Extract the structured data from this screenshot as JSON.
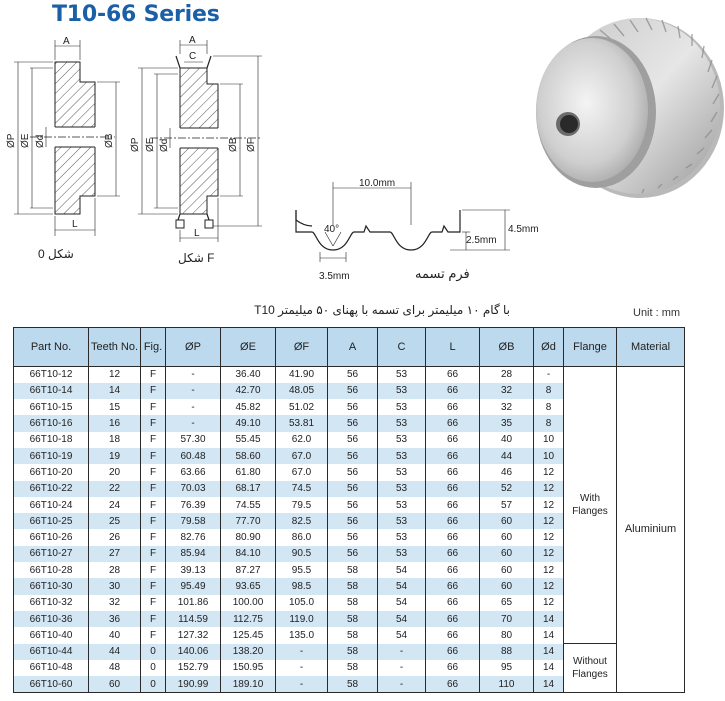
{
  "header": {
    "title": "T10-66 Series"
  },
  "drawings": {
    "fig0": {
      "label": "شکل 0",
      "dim_a": "A",
      "dim_p": "ØP",
      "dim_e": "ØE",
      "dim_d": "Ød",
      "dim_b": "ØB",
      "dim_l": "L"
    },
    "figF": {
      "label": "شکل F",
      "dim_a": "A",
      "dim_c": "C",
      "dim_p": "ØP",
      "dim_e": "ØE",
      "dim_d": "Ød",
      "dim_b": "ØB",
      "dim_f": "ØF",
      "dim_l": "L"
    },
    "belt": {
      "label": "فرم تسمه",
      "pitch": "10.0mm",
      "angle": "40°",
      "tooth_width": "3.5mm",
      "tooth_height": "2.5mm",
      "belt_height": "4.5mm"
    }
  },
  "table": {
    "caption": "T10  با گام ۱۰ میلیمتر برای تسمه با پهنای ۵۰ میلیمتر",
    "unit": "Unit : mm",
    "headers": [
      "Part No.",
      "Teeth No.",
      "Fig.",
      "ØP",
      "ØE",
      "ØF",
      "A",
      "C",
      "L",
      "ØB",
      "Ød",
      "Flange",
      "Material"
    ],
    "rows": [
      [
        "66T10-12",
        "12",
        "F",
        "-",
        "36.40",
        "41.90",
        "56",
        "53",
        "66",
        "28",
        "-"
      ],
      [
        "66T10-14",
        "14",
        "F",
        "-",
        "42.70",
        "48.05",
        "56",
        "53",
        "66",
        "32",
        "8"
      ],
      [
        "66T10-15",
        "15",
        "F",
        "-",
        "45.82",
        "51.02",
        "56",
        "53",
        "66",
        "32",
        "8"
      ],
      [
        "66T10-16",
        "16",
        "F",
        "-",
        "49.10",
        "53.81",
        "56",
        "53",
        "66",
        "35",
        "8"
      ],
      [
        "66T10-18",
        "18",
        "F",
        "57.30",
        "55.45",
        "62.0",
        "56",
        "53",
        "66",
        "40",
        "10"
      ],
      [
        "66T10-19",
        "19",
        "F",
        "60.48",
        "58.60",
        "67.0",
        "56",
        "53",
        "66",
        "44",
        "10"
      ],
      [
        "66T10-20",
        "20",
        "F",
        "63.66",
        "61.80",
        "67.0",
        "56",
        "53",
        "66",
        "46",
        "12"
      ],
      [
        "66T10-22",
        "22",
        "F",
        "70.03",
        "68.17",
        "74.5",
        "56",
        "53",
        "66",
        "52",
        "12"
      ],
      [
        "66T10-24",
        "24",
        "F",
        "76.39",
        "74.55",
        "79.5",
        "56",
        "53",
        "66",
        "57",
        "12"
      ],
      [
        "66T10-25",
        "25",
        "F",
        "79.58",
        "77.70",
        "82.5",
        "56",
        "53",
        "66",
        "60",
        "12"
      ],
      [
        "66T10-26",
        "26",
        "F",
        "82.76",
        "80.90",
        "86.0",
        "56",
        "53",
        "66",
        "60",
        "12"
      ],
      [
        "66T10-27",
        "27",
        "F",
        "85.94",
        "84.10",
        "90.5",
        "56",
        "53",
        "66",
        "60",
        "12"
      ],
      [
        "66T10-28",
        "28",
        "F",
        "39.13",
        "87.27",
        "95.5",
        "58",
        "54",
        "66",
        "60",
        "12"
      ],
      [
        "66T10-30",
        "30",
        "F",
        "95.49",
        "93.65",
        "98.5",
        "58",
        "54",
        "66",
        "60",
        "12"
      ],
      [
        "66T10-32",
        "32",
        "F",
        "101.86",
        "100.00",
        "105.0",
        "58",
        "54",
        "66",
        "65",
        "12"
      ],
      [
        "66T10-36",
        "36",
        "F",
        "114.59",
        "112.75",
        "119.0",
        "58",
        "54",
        "66",
        "70",
        "14"
      ],
      [
        "66T10-40",
        "40",
        "F",
        "127.32",
        "125.45",
        "135.0",
        "58",
        "54",
        "66",
        "80",
        "14"
      ],
      [
        "66T10-44",
        "44",
        "0",
        "140.06",
        "138.20",
        "-",
        "58",
        "-",
        "66",
        "88",
        "14"
      ],
      [
        "66T10-48",
        "48",
        "0",
        "152.79",
        "150.95",
        "-",
        "58",
        "-",
        "66",
        "95",
        "14"
      ],
      [
        "66T10-60",
        "60",
        "0",
        "190.99",
        "189.10",
        "-",
        "58",
        "-",
        "66",
        "110",
        "14"
      ]
    ],
    "flange_groups": [
      {
        "label": "With\nFlanges",
        "span": 17
      },
      {
        "label": "Without\nFlanges",
        "span": 3
      }
    ],
    "material": {
      "label": "Aluminium",
      "span": 20
    }
  }
}
